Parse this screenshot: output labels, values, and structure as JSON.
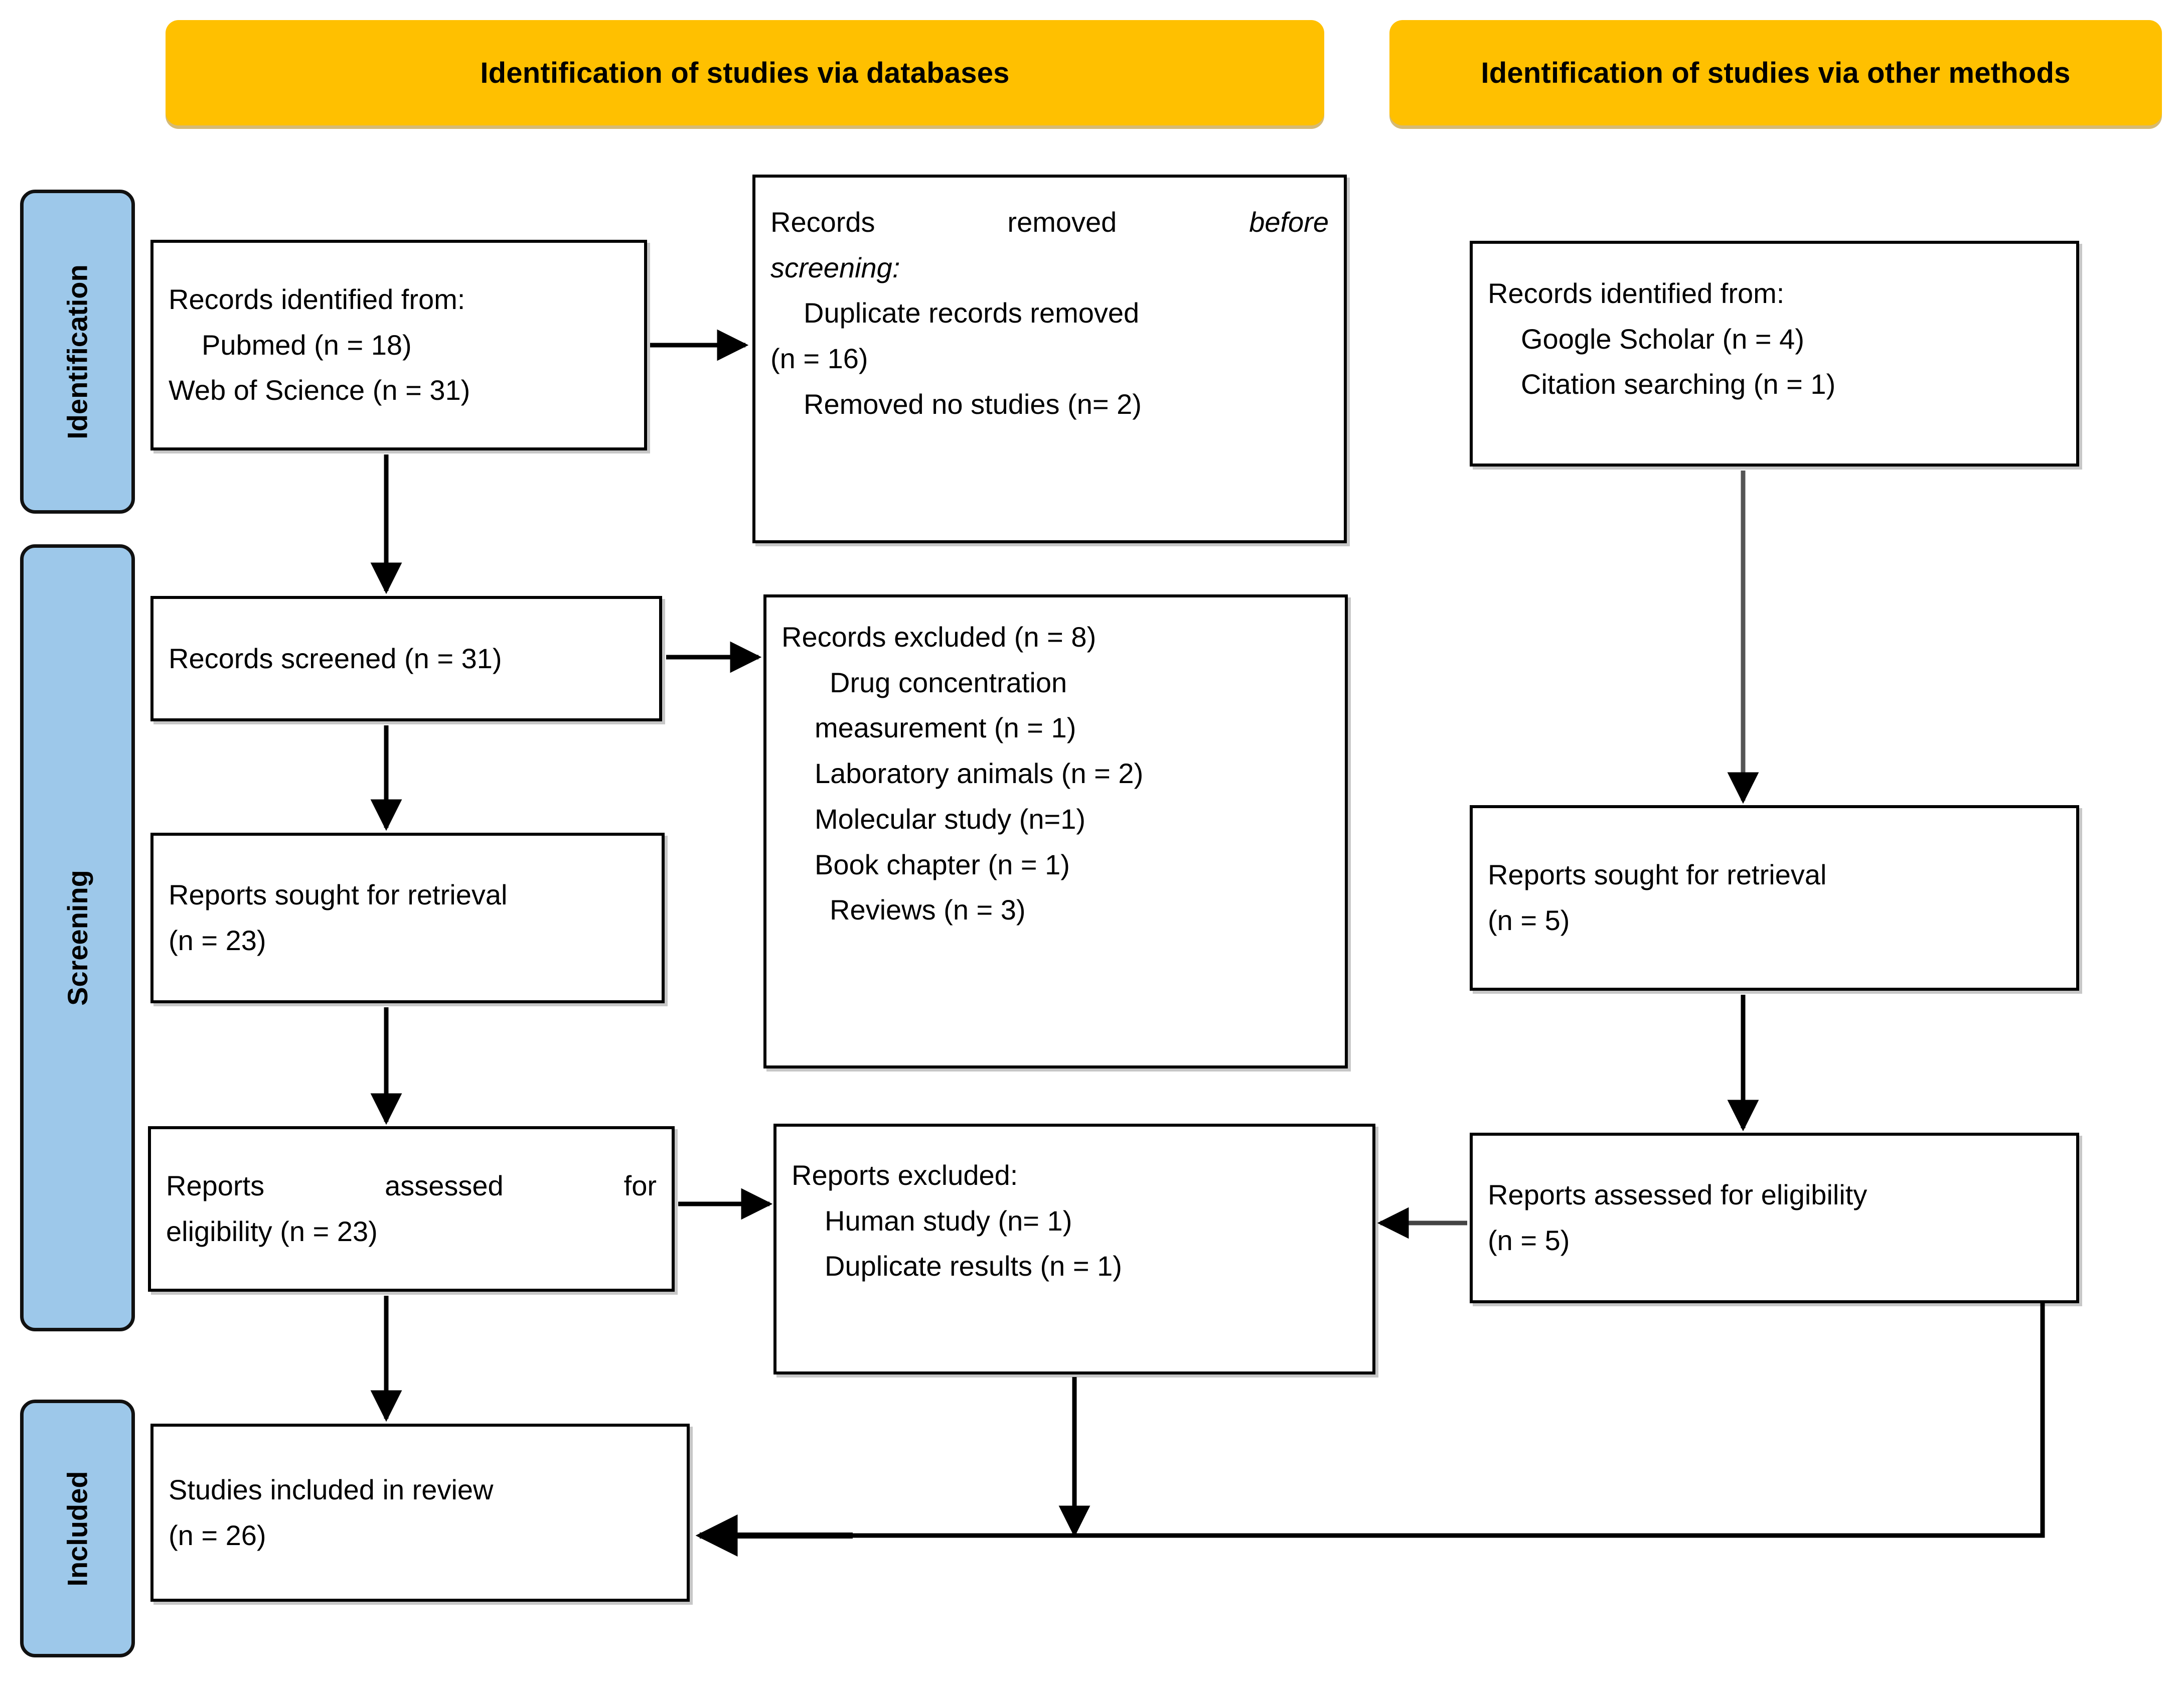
{
  "banners": [
    {
      "id": "databases",
      "label": "Identification of studies via databases"
    },
    {
      "id": "other-methods",
      "label": "Identification of studies via other methods"
    }
  ],
  "stage_labels": [
    {
      "id": "identification",
      "label": "Identification"
    },
    {
      "id": "screening",
      "label": "Screening"
    },
    {
      "id": "included",
      "label": "Included"
    }
  ],
  "colors": {
    "banner_fill": "#FFC000",
    "stage_fill": "#9DC8EA",
    "box_border": "#000000",
    "box_fill": "#FFFFFF",
    "connector": "#000000"
  },
  "boxes": {
    "records_identified_db": {
      "title": "Records identified from:",
      "items": [
        "Pubmed (n = 18)",
        "Web of Science (n = 31)"
      ]
    },
    "records_removed": {
      "title_a": "Records",
      "title_b": "removed",
      "title_c": "before",
      "title_d": "screening:",
      "items": [
        "Duplicate records removed",
        "(n = 16)",
        "Removed no studies (n= 2)"
      ]
    },
    "records_identified_other": {
      "title": "Records identified from:",
      "items": [
        "Google Scholar (n = 4)",
        "Citation searching (n = 1)"
      ]
    },
    "records_screened": {
      "title": "Records screened (n = 31)"
    },
    "records_excluded": {
      "title": "Records excluded (n = 8)",
      "items": [
        "Drug concentration",
        "measurement (n = 1)",
        "Laboratory animals (n = 2)",
        "Molecular study (n=1)",
        "Book chapter (n = 1)",
        "Reviews (n = 3)"
      ]
    },
    "reports_sought_db": {
      "line1": "Reports sought for retrieval",
      "line2": "(n = 23)"
    },
    "reports_sought_other": {
      "line1": "Reports sought for retrieval",
      "line2": "(n = 5)"
    },
    "reports_assessed_db": {
      "line1_a": "Reports",
      "line1_b": "assessed",
      "line1_c": "for",
      "line2": "eligibility (n = 23)"
    },
    "reports_assessed_other": {
      "line1": "Reports assessed for eligibility",
      "line2": "(n = 5)"
    },
    "reports_excluded": {
      "title": "Reports excluded:",
      "items": [
        "Human study (n= 1)",
        "Duplicate results (n = 1)"
      ]
    },
    "studies_included": {
      "line1": "Studies included in review",
      "line2": "(n = 26)"
    }
  }
}
